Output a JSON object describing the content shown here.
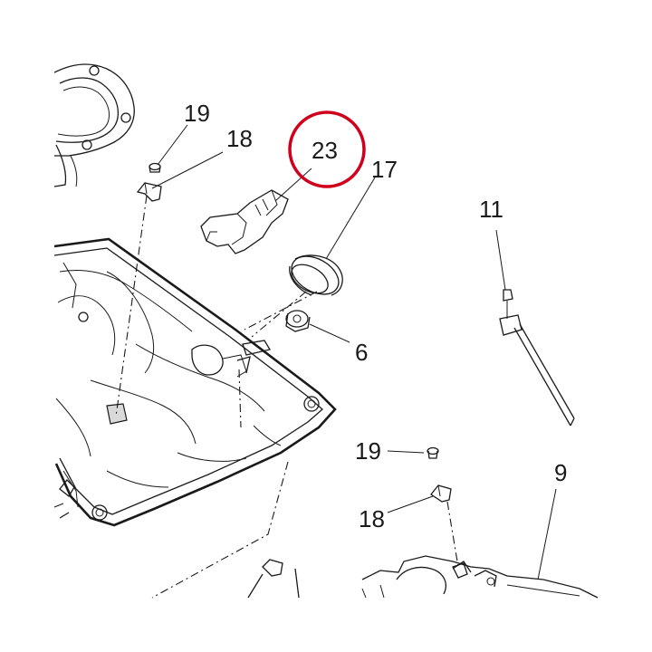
{
  "diagram": {
    "part_labels": {
      "p23": "23",
      "p17": "17",
      "p19_top": "19",
      "p18_top": "18",
      "p11": "11",
      "p6": "6",
      "p19_bottom": "19",
      "p18_bottom": "18",
      "p9": "9"
    },
    "highlight_color": "#d0001c",
    "line_color": "#1a1a1a"
  }
}
